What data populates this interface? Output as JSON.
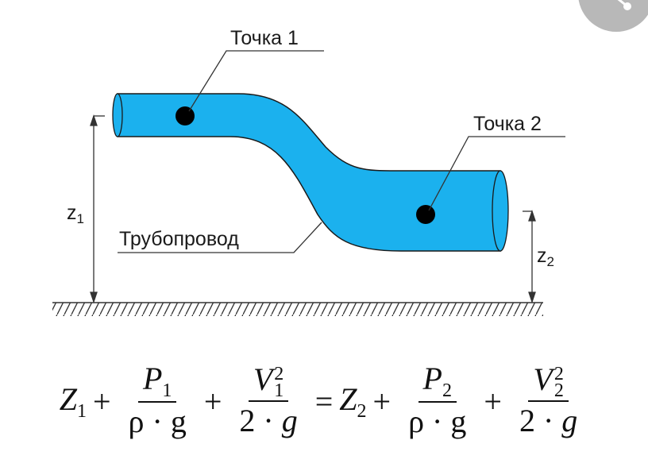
{
  "labels": {
    "point1": "Точка 1",
    "point2": "Точка 2",
    "pipeline": "Трубопровод",
    "z1": "z",
    "z1_sub": "1",
    "z2": "z",
    "z2_sub": "2"
  },
  "colors": {
    "pipe": "#1bb1ee",
    "stroke": "#1a1a1a",
    "corner_button": "#b8b8b8"
  },
  "corner_button": {
    "icon": "share-icon"
  },
  "equation": {
    "Z": "Z",
    "plus": "+",
    "equals": "=",
    "P": "P",
    "V": "V",
    "sub1": "1",
    "sub2": "2",
    "sq": "2",
    "den_pressure": "ρ · g",
    "den_velocity_2": "2 · ",
    "g": "g"
  }
}
